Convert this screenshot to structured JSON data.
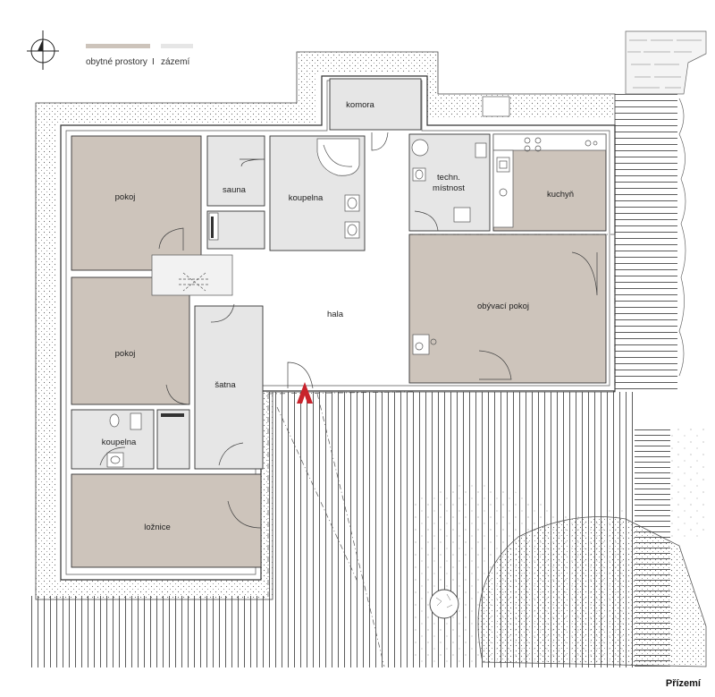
{
  "legend": {
    "living": "obytné prostory",
    "separator": "I",
    "service": "zázemí",
    "colors": {
      "living": "#cdc4bb",
      "service": "#e6e6e6"
    }
  },
  "rooms": {
    "komora": "komora",
    "sauna": "sauna",
    "koupelna_top": "koupelna",
    "techn_line1": "techn.",
    "techn_line2": "místnost",
    "kuchyn": "kuchyň",
    "pokoj_top": "pokoj",
    "hala": "hala",
    "obyvaci": "obývací pokoj",
    "pokoj_mid": "pokoj",
    "satna": "šatna",
    "koupelna_bottom": "koupelna",
    "loznice": "ložnice"
  },
  "icons": [
    "north-arrow-icon",
    "entrance-arrow-icon"
  ],
  "accent": "#c8232c",
  "title": "Přízemí"
}
